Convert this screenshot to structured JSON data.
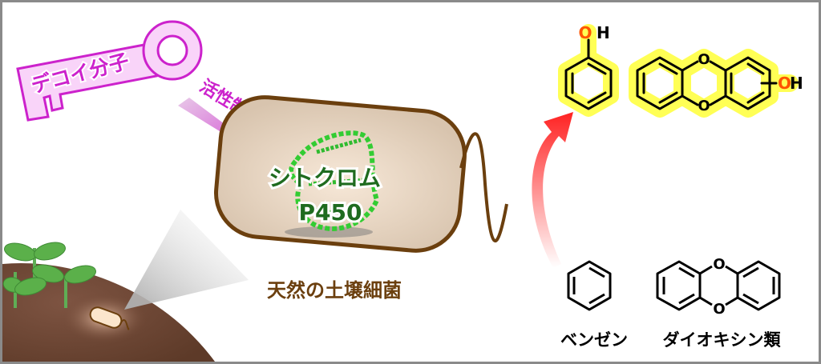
{
  "key": {
    "label": "デコイ分子"
  },
  "activation_arrow": {
    "label": "活性制御"
  },
  "enzyme": {
    "line1": "シトクロム",
    "line2": "P450"
  },
  "bacterium": {
    "label": "天然の土壌細菌"
  },
  "products": {
    "phenol_oh": "OH",
    "hydroxy_dioxin_oh": "OH",
    "oxygen": "O"
  },
  "substrates": {
    "benzene_label": "ベンゼン",
    "dioxin_label": "ダイオキシン類",
    "oxygen": "O"
  },
  "colors": {
    "key": "#cc22cc",
    "key_fill": "#f9d4f9",
    "bacterium_outline": "#6b3f0e",
    "bacterium_fill": "#f3dfc4",
    "enzyme_text": "#1f6b1f",
    "protein": "#33cc33",
    "highlight": "#ffff55",
    "oh_oxygen": "#ff5500",
    "reaction_arrow": "#ff2222",
    "soil": "#6b4330",
    "leaf": "#5bb04a"
  }
}
